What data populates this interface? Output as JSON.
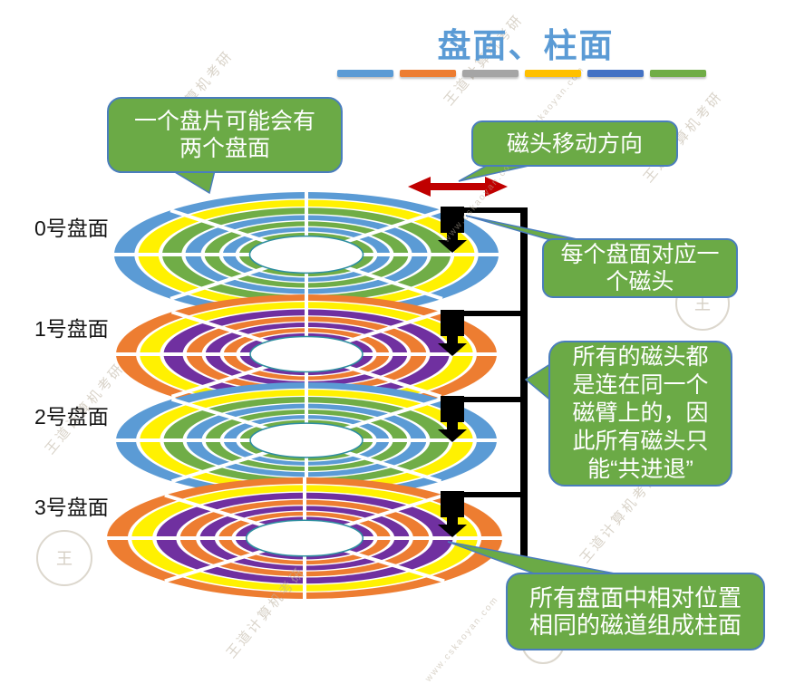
{
  "title": "盘面、柱面",
  "accent_bars": [
    "#5B9BD5",
    "#ED7D31",
    "#A5A5A5",
    "#FFC000",
    "#4472C4",
    "#70AD47"
  ],
  "disks": [
    {
      "label": "0号盘面",
      "palette": "A"
    },
    {
      "label": "1号盘面",
      "palette": "B"
    },
    {
      "label": "2号盘面",
      "palette": "A"
    },
    {
      "label": "3号盘面",
      "palette": "B"
    }
  ],
  "palettes": {
    "A": [
      "#5B9BD5",
      "#FFF101",
      "#70AD47",
      "#5B9BD5",
      "#70AD47",
      "#5B9BD5",
      "#70AD47"
    ],
    "B": [
      "#ED7D31",
      "#FFF101",
      "#7030A0",
      "#ED7D31",
      "#7030A0",
      "#ED7D31",
      "#7030A0"
    ]
  },
  "callouts": {
    "platter_sides": {
      "lines": [
        "一个盘片可能会有",
        "两个盘面"
      ]
    },
    "head_direction": {
      "lines": [
        "磁头移动方向"
      ]
    },
    "head_per_surface": {
      "lines": [
        "每个盘面对应一",
        "个磁头"
      ]
    },
    "arm_shared": {
      "lines": [
        "所有的磁头都",
        "是连在同一个",
        "磁臂上的，因",
        "此所有磁头只",
        "能“共进退”"
      ]
    },
    "cylinder": {
      "lines": [
        "所有盘面中相对位置",
        "相同的磁道组成柱面"
      ]
    }
  },
  "colors": {
    "title": "#5B9BD5",
    "callout_fill": "#6BAA46",
    "callout_border": "#4A7DBD",
    "callout_text": "#FFFFFF",
    "label_text": "#141414",
    "arm_black": "#000000",
    "arrow_red": "#C00000",
    "hole_ring": "#2E8EA0",
    "spoke_white": "#FFFFFF"
  },
  "watermark": {
    "brand": "王道计算机考研",
    "site": "www.cskaoyan.com"
  }
}
